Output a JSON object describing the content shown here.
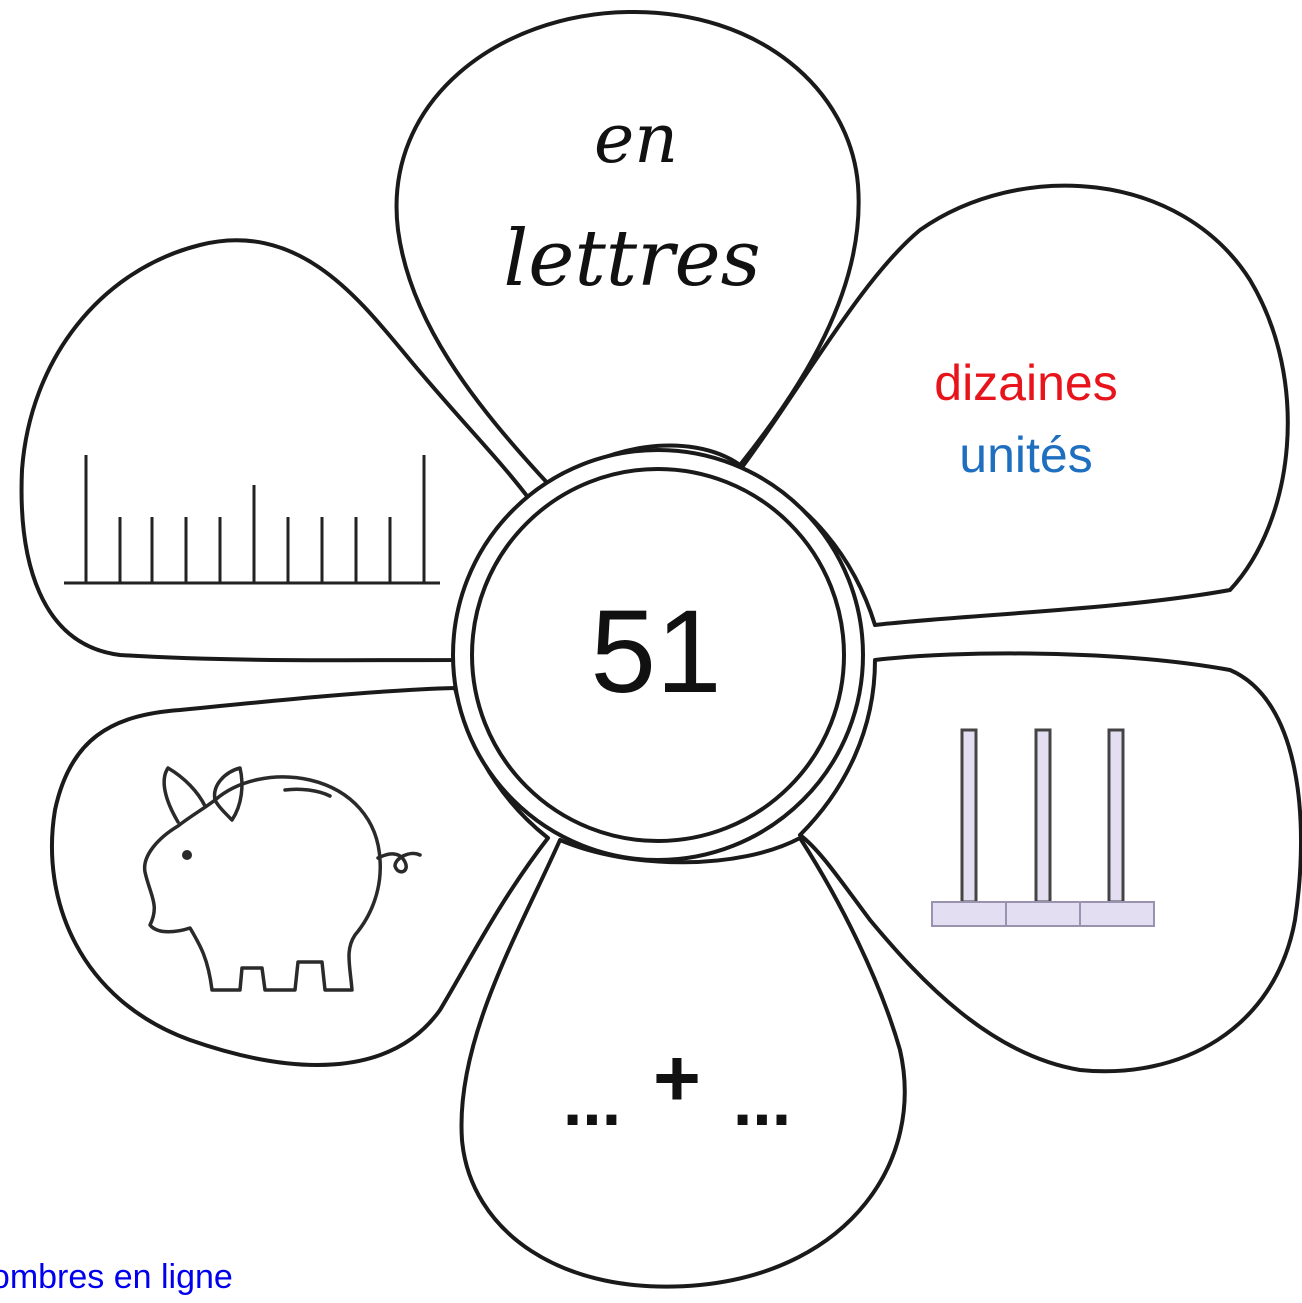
{
  "center_number": "51",
  "petals": {
    "top": {
      "line1": "en",
      "line2": "lettres"
    },
    "right": {
      "label_tens": "dizaines",
      "label_units": "unités",
      "tens_color": "#e8141b",
      "units_color": "#1f6fc0"
    },
    "bottom": {
      "text_left": "...",
      "text_plus": "+",
      "text_right": "..."
    },
    "left_bottom": {
      "icon": "piggy-bank-icon"
    },
    "left_top": {
      "icon": "number-line-icon"
    },
    "right_bottom": {
      "icon": "ten-rods-icon",
      "rod_fill": "#e4def2"
    }
  },
  "footer": {
    "link_text": "nombres en ligne",
    "link_color": "#0000ee"
  }
}
